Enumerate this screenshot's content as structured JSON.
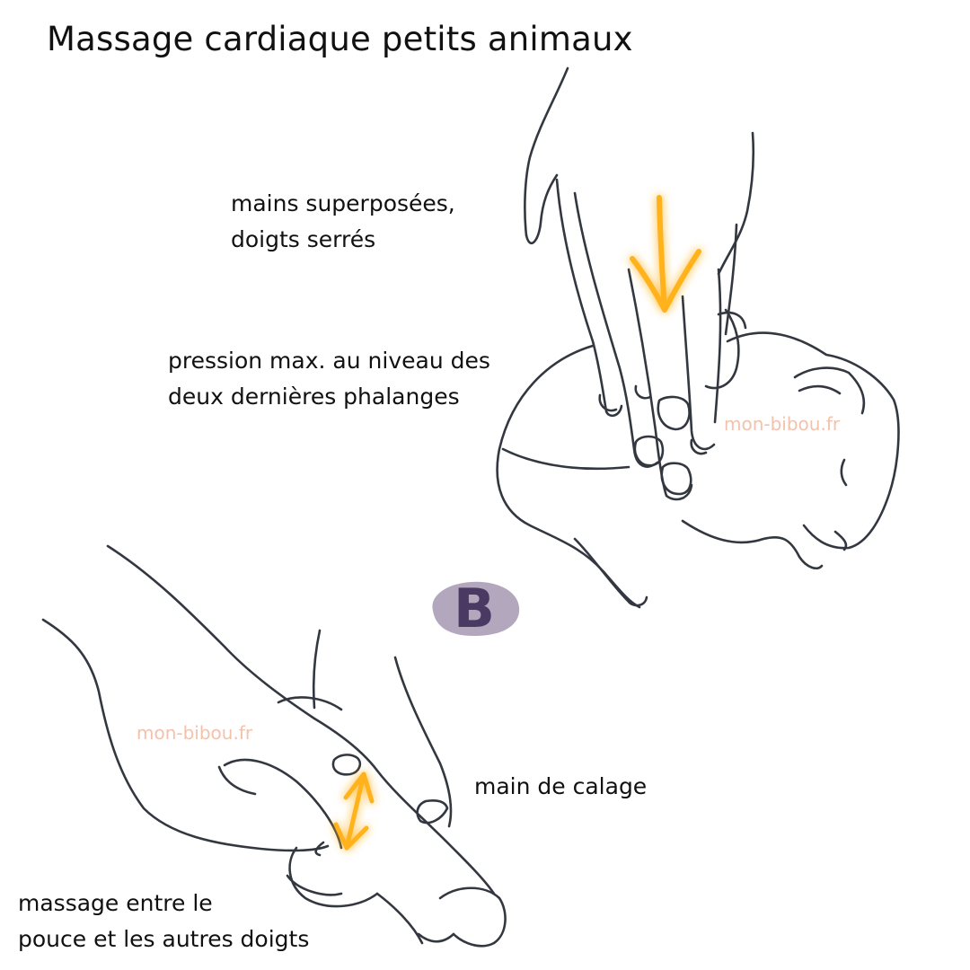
{
  "title": "Massage cardiaque petits animaux",
  "labels": {
    "hands_line1": "mains superposées,",
    "hands_line2": "doigts serrés",
    "pressure_line1": "pression max. au niveau des",
    "pressure_line2": "deux dernières phalanges",
    "support_hand": "main de calage",
    "massage_line1": "massage entre le",
    "massage_line2": "pouce et les autres doigts"
  },
  "watermark_1": "mon-bibou.fr",
  "watermark_2": "mon-bibou.fr",
  "badge_letter": "B",
  "colors": {
    "text": "#111111",
    "watermark": "#f3c2ad",
    "arrow": "#ffb21a",
    "arrow_glow": "#ffd27a",
    "badge_bg": "#b3a7be",
    "badge_letter": "#4a3a63",
    "sketch": "#333840"
  }
}
